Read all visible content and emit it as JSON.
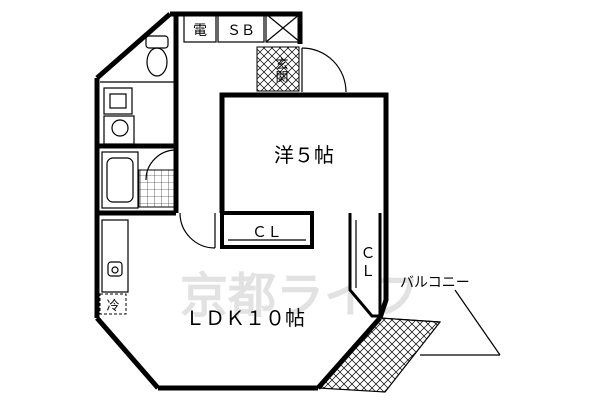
{
  "rooms": {
    "western_room": "洋５帖",
    "ldk": "ＬＤＫ１０帖",
    "closet_main": "ＣＬ",
    "closet_side_top": "Ｃ",
    "closet_side_bottom": "Ｌ",
    "shoe_box": "ＳＢ",
    "electric": "電",
    "entrance": "玄関",
    "fridge": "冷",
    "balcony": "バルコニー"
  },
  "watermark": "京都ライフ"
}
